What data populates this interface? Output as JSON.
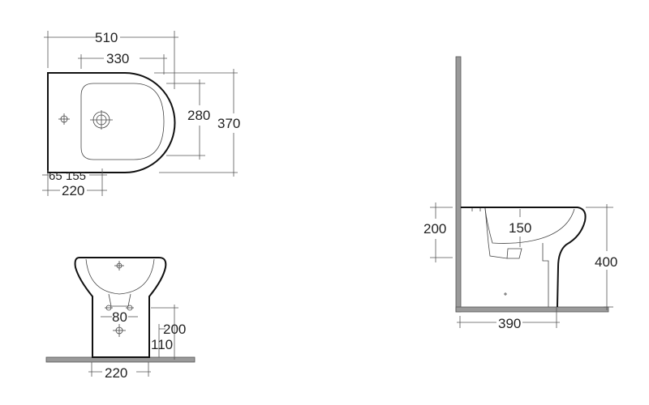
{
  "colors": {
    "line": "#111111",
    "dimension": "#555555",
    "wall": "#9a9a9a"
  },
  "top_view": {
    "width_total": "510",
    "bowl_length": "330",
    "bowl_width": "280",
    "depth_total": "370",
    "hole_offset": "65",
    "tap_offset": "155",
    "tap_from_back": "220"
  },
  "front_view": {
    "waste_spacing": "80",
    "waste_height": "200",
    "outlet_height": "110",
    "base_width": "220"
  },
  "side_view": {
    "rim_to_fixing": "200",
    "bowl_depth": "150",
    "total_height": "400",
    "projection": "390"
  }
}
